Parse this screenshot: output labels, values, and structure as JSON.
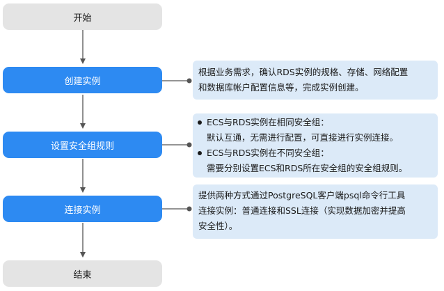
{
  "steps": {
    "start": "开始",
    "create_instance": "创建实例",
    "set_security_group": "设置安全组规则",
    "connect_instance": "连接实例",
    "end": "结束"
  },
  "notes": {
    "create": {
      "line1": "根据业务需求，确认RDS实例的规格、存储、网络配置",
      "line2": "和数据库帐户配置信息等，完成实例创建。"
    },
    "security": {
      "item1_title": "ECS与RDS实例在相同安全组：",
      "item1_detail": "默认互通，无需进行配置，可直接进行实例连接。",
      "item2_title": "ECS与RDS实例在不同安全组：",
      "item2_detail": "需要分别设置ECS和RDS所在安全组的安全组规则。"
    },
    "connect": {
      "line1": "提供两种方式通过PostgreSQL客户端psql命令行工具",
      "line2": "连接实例：普通连接和SSL连接（实现数据加密并提高",
      "line3": "安全性）。"
    }
  },
  "colors": {
    "process": "#2d8af2",
    "terminal": "#e4e4e4",
    "note": "#dceaf8",
    "connector": "#555555"
  }
}
